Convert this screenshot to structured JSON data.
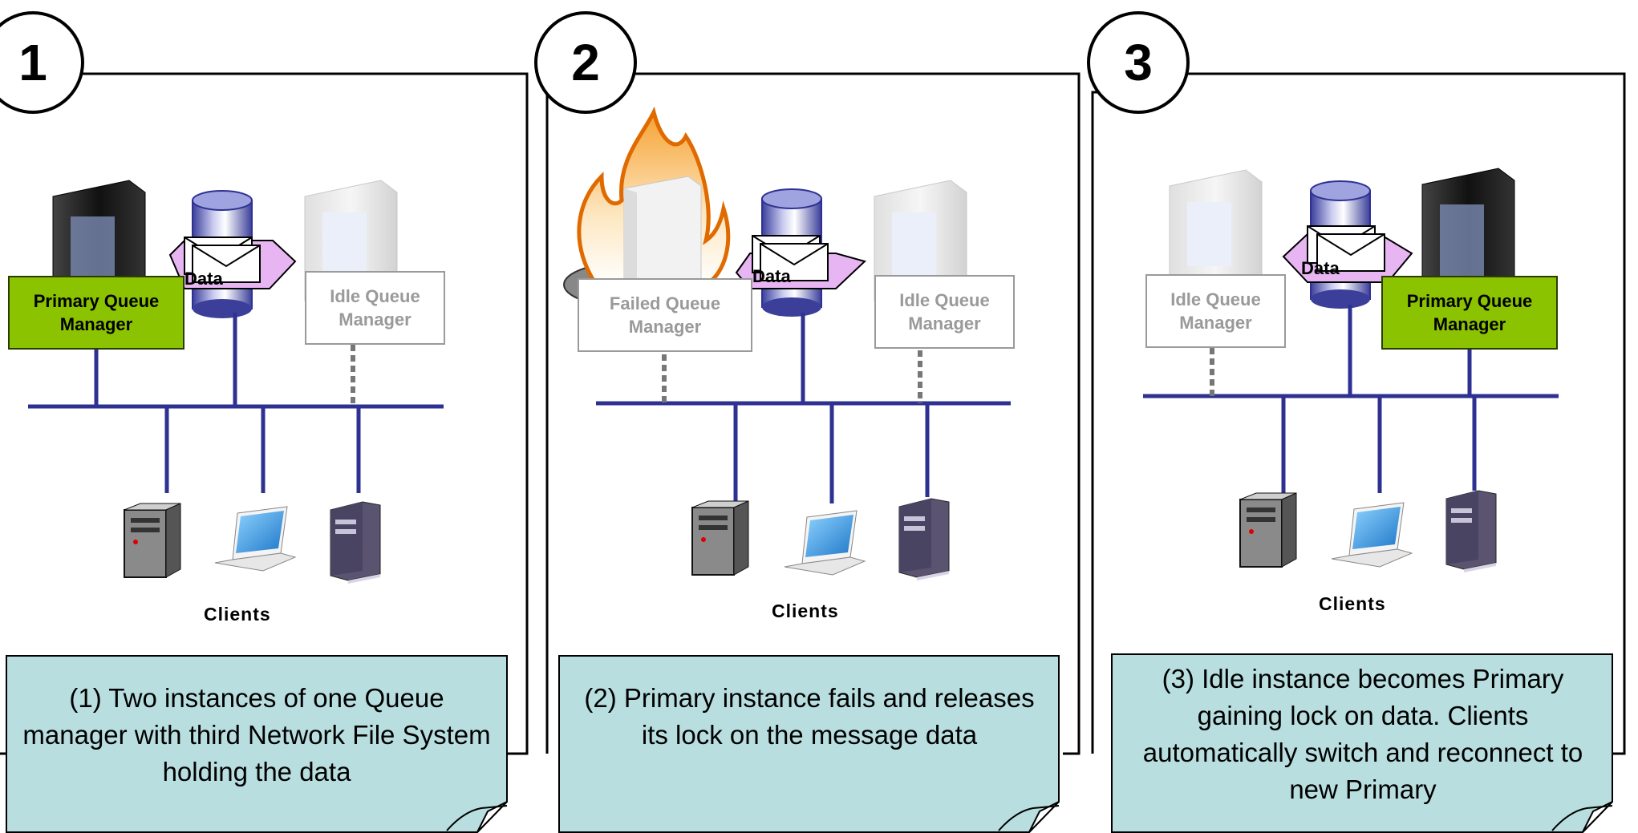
{
  "panels": [
    {
      "number": "1",
      "left_qm": {
        "label": "Primary Queue\nManager",
        "state": "primary"
      },
      "right_qm": {
        "label": "Idle Queue\nManager",
        "state": "idle"
      },
      "data_label": "Data",
      "clients_label": "Clients",
      "note": "(1)  Two instances of one Queue manager with third Network File System holding the data"
    },
    {
      "number": "2",
      "left_qm": {
        "label": "Failed Queue\nManager",
        "state": "failed"
      },
      "right_qm": {
        "label": "Idle Queue\nManager",
        "state": "idle"
      },
      "data_label": "Data",
      "clients_label": "Clients",
      "note": "(2)  Primary instance fails and releases its lock on the message data"
    },
    {
      "number": "3",
      "left_qm": {
        "label": "Idle Queue\nManager",
        "state": "idle"
      },
      "right_qm": {
        "label": "Primary Queue\nManager",
        "state": "primary"
      },
      "data_label": "Data",
      "clients_label": "Clients",
      "note": "(3)  Idle instance becomes Primary gaining lock on data. Clients automatically switch and reconnect to new Primary"
    }
  ],
  "colors": {
    "network_line": "#2e3192",
    "primary_box": "#8cc300",
    "idle_text": "#9a9a9a",
    "note_fill": "#b8dee0",
    "flame": "#f07c00"
  },
  "icons": [
    "server-tower-icon",
    "database-cylinder-icon",
    "envelope-icon",
    "desktop-pc-icon",
    "laptop-icon",
    "fire-icon"
  ]
}
